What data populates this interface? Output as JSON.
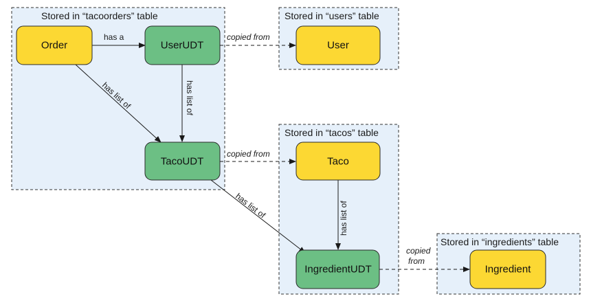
{
  "colors": {
    "yellow_node": "#fcd833",
    "green_node": "#6cbf84",
    "group_fill": "#e6f0fa"
  },
  "groups": {
    "tacoorders": "Stored in “tacoorders” table",
    "users": "Stored in “users” table",
    "tacos": "Stored in “tacos” table",
    "ingredients": "Stored in “ingredients” table"
  },
  "nodes": {
    "order": "Order",
    "user_udt": "UserUDT",
    "user": "User",
    "taco_udt": "TacoUDT",
    "taco": "Taco",
    "ingredient_udt": "IngredientUDT",
    "ingredient": "Ingredient"
  },
  "edges": {
    "has_a": "has a",
    "has_list_of_order_taco": "has list of",
    "has_list_of_user_taco": "has list of",
    "has_list_of_taco_ingredient": "has list of",
    "has_list_of_tacos_ingredient": "has list of",
    "copied_from_user": "copied from",
    "copied_from_taco": "copied from",
    "copied_line1": "copied",
    "copied_line2": "from"
  }
}
